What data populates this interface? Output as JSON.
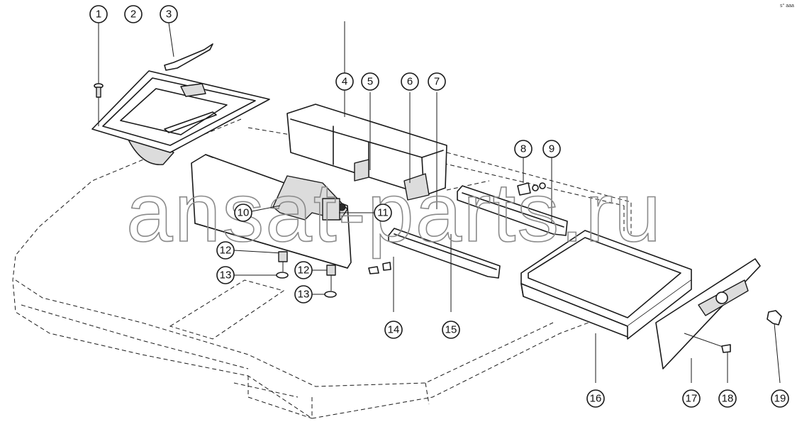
{
  "watermark": "ansat-parts.ru",
  "corner_mark": "s° aaa",
  "callouts": [
    {
      "id": "callout-1",
      "label": "1"
    },
    {
      "id": "callout-2",
      "label": "2"
    },
    {
      "id": "callout-3",
      "label": "3"
    },
    {
      "id": "callout-4",
      "label": "4"
    },
    {
      "id": "callout-5",
      "label": "5"
    },
    {
      "id": "callout-6",
      "label": "6"
    },
    {
      "id": "callout-7",
      "label": "7"
    },
    {
      "id": "callout-8",
      "label": "8"
    },
    {
      "id": "callout-9",
      "label": "9"
    },
    {
      "id": "callout-10",
      "label": "10"
    },
    {
      "id": "callout-11",
      "label": "11"
    },
    {
      "id": "callout-12a",
      "label": "12"
    },
    {
      "id": "callout-12b",
      "label": "12"
    },
    {
      "id": "callout-13a",
      "label": "13"
    },
    {
      "id": "callout-13b",
      "label": "13"
    },
    {
      "id": "callout-14",
      "label": "14"
    },
    {
      "id": "callout-15",
      "label": "15"
    },
    {
      "id": "callout-16",
      "label": "16"
    },
    {
      "id": "callout-17",
      "label": "17"
    },
    {
      "id": "callout-18",
      "label": "18"
    },
    {
      "id": "callout-19",
      "label": "19"
    }
  ]
}
